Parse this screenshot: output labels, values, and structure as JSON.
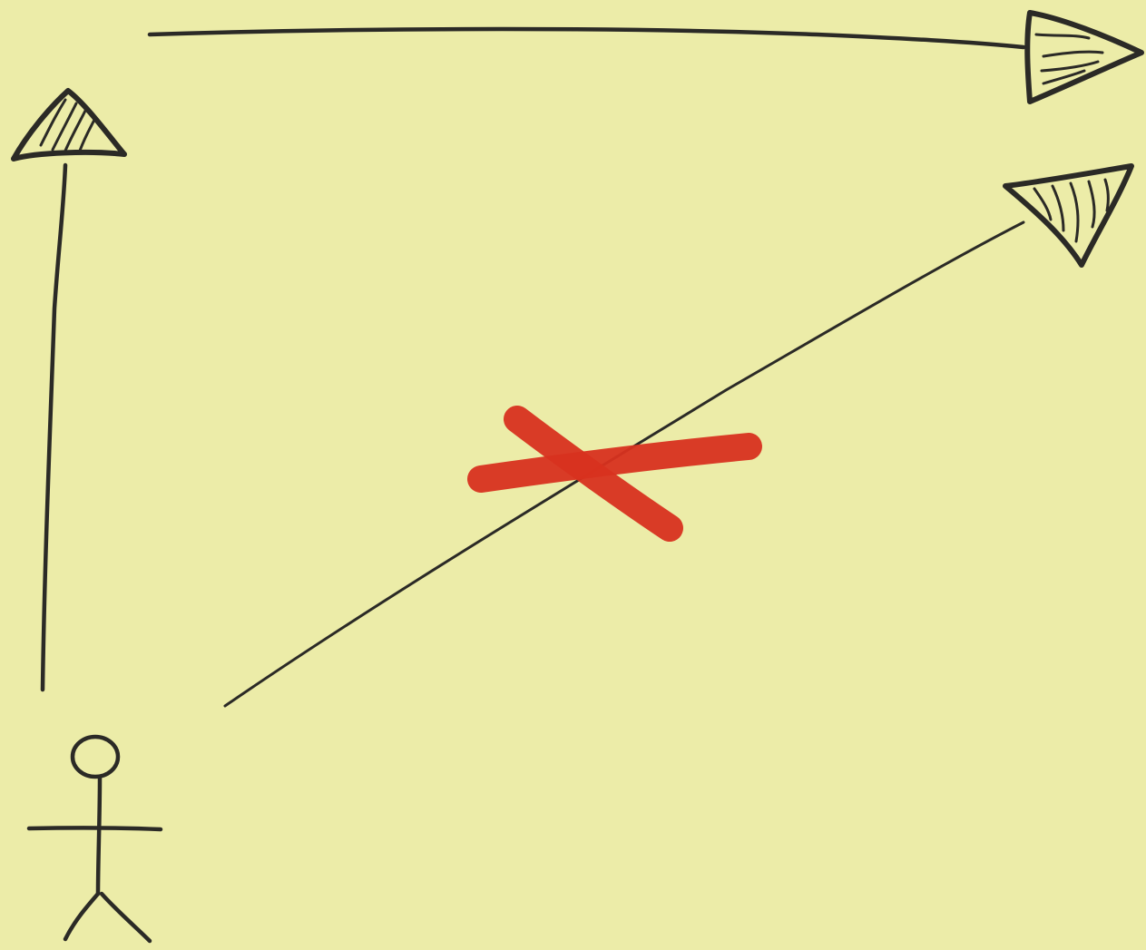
{
  "diagram": {
    "nodes": [
      {
        "id": "person",
        "kind": "stick-figure"
      },
      {
        "id": "arrow-up",
        "kind": "arrowhead",
        "direction": "up"
      },
      {
        "id": "arrow-right",
        "kind": "arrowhead",
        "direction": "right"
      },
      {
        "id": "arrow-diagonal",
        "kind": "arrowhead",
        "direction": "up-right"
      }
    ],
    "edges": [
      {
        "id": "path-up",
        "from": "person",
        "to": "arrow-up",
        "blocked": false
      },
      {
        "id": "path-across",
        "from": "arrow-up",
        "to": "arrow-right",
        "blocked": false
      },
      {
        "id": "path-diagonal",
        "from": "person",
        "to": "arrow-diagonal",
        "blocked": true
      }
    ],
    "colors": {
      "paper": "#ececa8",
      "ink": "#2b2a26",
      "blocked_mark": "#d8321f"
    }
  }
}
